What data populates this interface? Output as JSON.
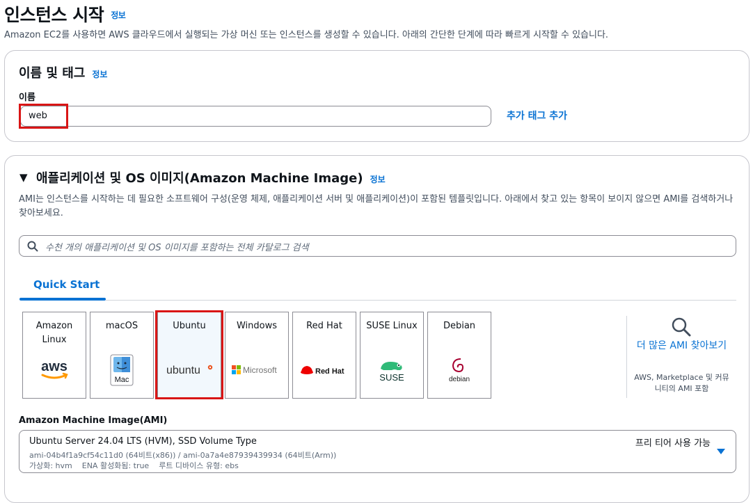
{
  "page": {
    "title": "인스턴스 시작",
    "info": "정보",
    "description": "Amazon EC2를 사용하면 AWS 클라우드에서 실행되는 가상 머신 또는 인스턴스를 생성할 수 있습니다. 아래의 간단한 단계에 따라 빠르게 시작할 수 있습니다."
  },
  "name_tags": {
    "heading": "이름 및 태그",
    "info": "정보",
    "name_label": "이름",
    "name_value": "web",
    "add_tag": "추가 태그 추가"
  },
  "ami_section": {
    "heading": "애플리케이션 및 OS 이미지(Amazon Machine Image)",
    "info": "정보",
    "description": "AMI는 인스턴스를 시작하는 데 필요한 소프트웨어 구성(운영 체제, 애플리케이션 서버 및 애플리케이션)이 포함된 템플릿입니다. 아래에서 찾고 있는 항목이 보이지 않으면 AMI를 검색하거나 찾아보세요.",
    "search_placeholder": "수천 개의 애플리케이션 및 OS 이미지를 포함하는 전체 카탈로그 검색",
    "tab": "Quick Start",
    "tiles": [
      {
        "name": "Amazon Linux",
        "logo": "aws"
      },
      {
        "name": "macOS",
        "logo": "Mac"
      },
      {
        "name": "Ubuntu",
        "logo": "ubuntu"
      },
      {
        "name": "Windows",
        "logo": "Microsoft"
      },
      {
        "name": "Red Hat",
        "logo": "Red Hat"
      },
      {
        "name": "SUSE Linux",
        "logo": "SUSE"
      },
      {
        "name": "Debian",
        "logo": "debian"
      }
    ],
    "selected_tile": "Ubuntu",
    "browse_more": "더 많은 AMI 찾아보기",
    "browse_note": "AWS, Marketplace 및 커뮤니티의 AMI 포함",
    "ami_label": "Amazon Machine Image(AMI)",
    "ami": {
      "name": "Ubuntu Server 24.04 LTS (HVM), SSD Volume Type",
      "ids": "ami-04b4f1a9cf54c11d0 (64비트(x86)) / ami-0a7a4e87939439934 (64비트(Arm))",
      "attributes": "가상화: hvm    ENA 활성화됨: true    루트 디바이스 유형: ebs",
      "badge": "프리 티어 사용 가능"
    }
  },
  "colors": {
    "link": "#0972d3",
    "highlight": "#d91515",
    "border": "#8c8c94"
  }
}
